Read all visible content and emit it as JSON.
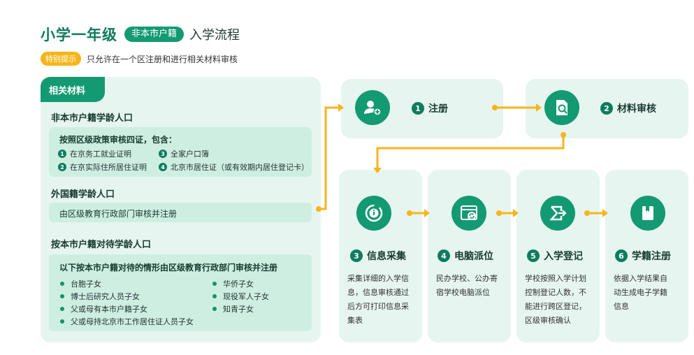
{
  "header": {
    "title": "小学一年级",
    "badge": "非本市户籍",
    "subtitle": "入学流程"
  },
  "tip": {
    "label": "特别提示",
    "text": "只允许在一个区注册和进行相关材料审核"
  },
  "materials": {
    "tab": "相关材料",
    "nonlocal": {
      "title": "非本市户籍学龄人口",
      "box_title": "按照区级政策审核四证，包含：",
      "items": [
        {
          "num": "1",
          "text": "在京务工就业证明"
        },
        {
          "num": "3",
          "text": "全家户口簿"
        },
        {
          "num": "2",
          "text": "在京实际住所居住证明"
        },
        {
          "num": "4",
          "text": "北京市居住证（或有效期内居住登记卡）"
        }
      ]
    },
    "foreign": {
      "title": "外国籍学龄人口",
      "box_text": "由区级教育行政部门审核并注册"
    },
    "treated": {
      "title": "按本市户籍对待学龄人口",
      "box_title": "以下按本市户籍对待的情形由区级教育行政部门审核并注册",
      "items": [
        "台胞子女",
        "华侨子女",
        "博士后研究人员子女",
        "现役军人子女",
        "父或母有本市户籍子女",
        "知青子女",
        "父或母持北京市工作居住证人员子女"
      ]
    }
  },
  "steps": [
    {
      "num": "1",
      "title": "注册",
      "icon": "user-add-icon",
      "desc": ""
    },
    {
      "num": "2",
      "title": "材料审核",
      "icon": "document-search-icon",
      "desc": ""
    },
    {
      "num": "3",
      "title": "信息采集",
      "icon": "info-icon",
      "desc": [
        "采集详细的入学信",
        "息，信息审核通过",
        "后方可打印信息采",
        "集表"
      ]
    },
    {
      "num": "4",
      "title": "电脑派位",
      "icon": "browser-refresh-icon",
      "desc": [
        "民办学校、公办寄",
        "宿学校电脑派位"
      ]
    },
    {
      "num": "5",
      "title": "入学登记",
      "icon": "registration-icon",
      "desc": [
        "学校按照入学计划",
        "控制登记人数，不",
        "能进行跨区登记，",
        "区级审核确认"
      ]
    },
    {
      "num": "6",
      "title": "学籍注册",
      "icon": "book-icon",
      "desc": [
        "依据入学结果自",
        "动生成电子学籍",
        "信息"
      ]
    }
  ],
  "colors": {
    "primary": "#139a72",
    "panel": "#e6f5ef",
    "accent": "#f7b51c"
  }
}
